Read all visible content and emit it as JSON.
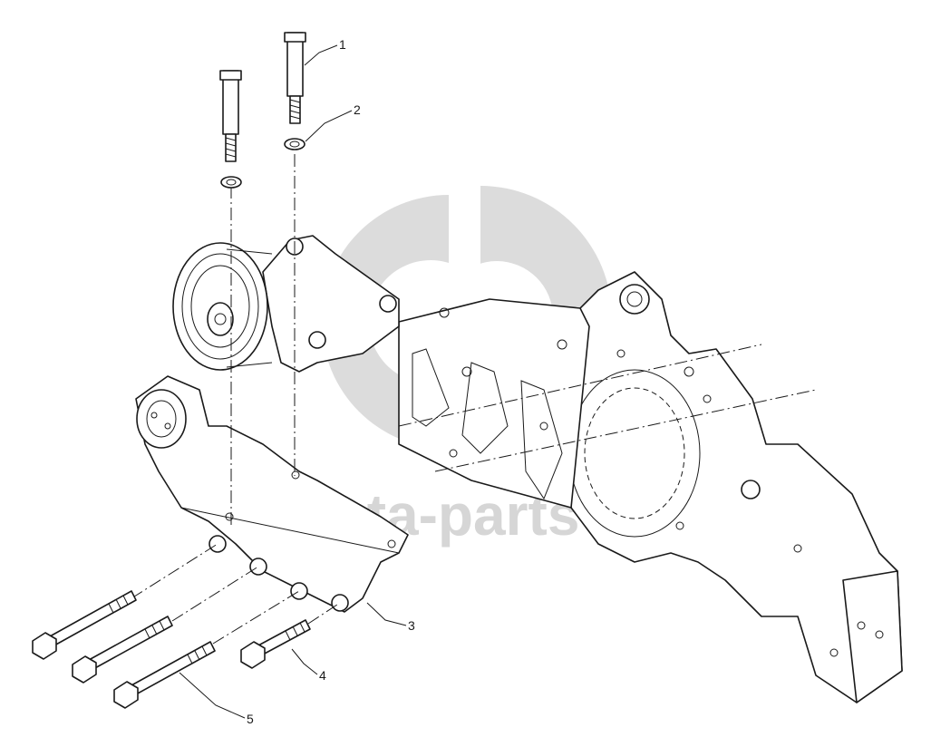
{
  "diagram": {
    "callouts": [
      {
        "id": "1",
        "label": "1"
      },
      {
        "id": "2",
        "label": "2"
      },
      {
        "id": "3",
        "label": "3"
      },
      {
        "id": "4",
        "label": "4"
      },
      {
        "id": "5",
        "label": "5"
      }
    ],
    "watermark": {
      "text": "data-parts"
    },
    "colors": {
      "line": "#1a1a1a",
      "watermark": "#d6d6d6",
      "background": "#ffffff"
    }
  }
}
